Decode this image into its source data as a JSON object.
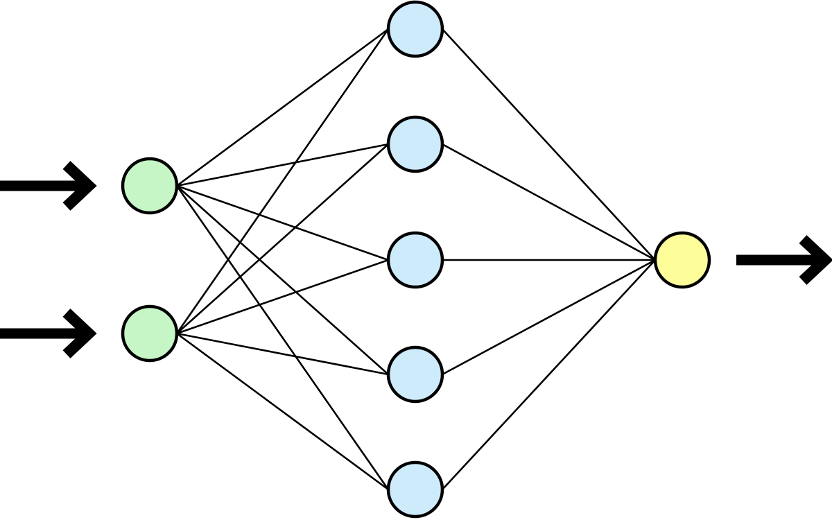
{
  "diagram": {
    "type": "feedforward-neural-network",
    "layers": [
      {
        "name": "input",
        "node_count": 2,
        "color": "#c6f5c6"
      },
      {
        "name": "hidden",
        "node_count": 5,
        "color": "#cdebfb"
      },
      {
        "name": "output",
        "node_count": 1,
        "color": "#fdfd9a"
      }
    ],
    "connections": "fully-connected",
    "input_arrows": 2,
    "output_arrows": 1,
    "colors": {
      "stroke": "#000000",
      "background": "#ffffff"
    },
    "icons": [
      "arrow-right-icon"
    ]
  }
}
